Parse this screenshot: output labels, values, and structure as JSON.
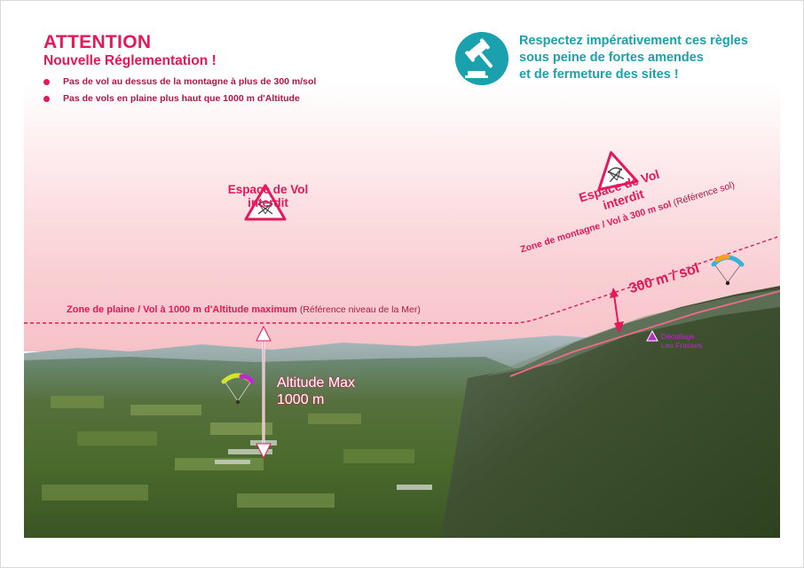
{
  "header": {
    "title": "ATTENTION",
    "subtitle": "Nouvelle Réglementation !",
    "rules": [
      "Pas de vol au dessus de la montagne à plus de 300 m/sol",
      "Pas de vols en plaine plus haut que 1000 m d'Altitude"
    ]
  },
  "warning": {
    "icon": "gavel-icon",
    "lines": [
      "Respectez impérativement ces règles",
      "sous peine de fortes amendes",
      "et de fermeture des sites !"
    ]
  },
  "zones": {
    "plaine_main": "Zone de plaine / Vol à 1000 m d'Altitude maximum",
    "plaine_ref": "(Référence niveau de la Mer)",
    "montagne_main": "Zone de montagne / Vol à 300 m sol",
    "montagne_ref": "(Référence sol)"
  },
  "forbidden": {
    "line1": "Espace de Vol",
    "line2": "interdit"
  },
  "altitude": {
    "line1": "Altitude Max",
    "line2": "1000 m"
  },
  "height_label": "300 m / sol",
  "takeoff": {
    "line1": "Décollage",
    "line2": "Les Frasses"
  },
  "colors": {
    "accent": "#e4185a",
    "teal": "#1ba1ad",
    "takeoff": "#c026d3"
  }
}
